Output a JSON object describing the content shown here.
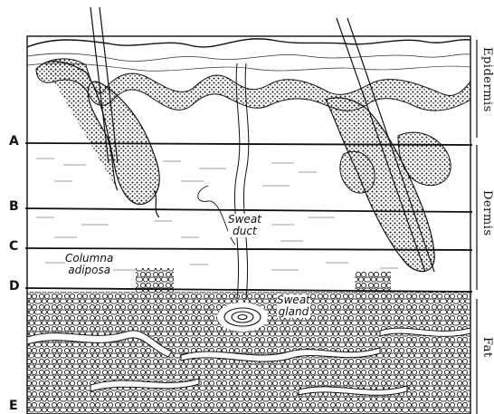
{
  "levels": [
    "A",
    "B",
    "C",
    "D",
    "E"
  ],
  "layers": {
    "epidermis": "Epidermis",
    "dermis": "Dermis",
    "fat": "Fat"
  },
  "annotations": {
    "sweat_duct_line1": "Sweat",
    "sweat_duct_line2": "duct",
    "sweat_gland_line1": "Sweat",
    "sweat_gland_line2": "gland",
    "columna_line1": "Columna",
    "columna_line2": "adiposa"
  }
}
